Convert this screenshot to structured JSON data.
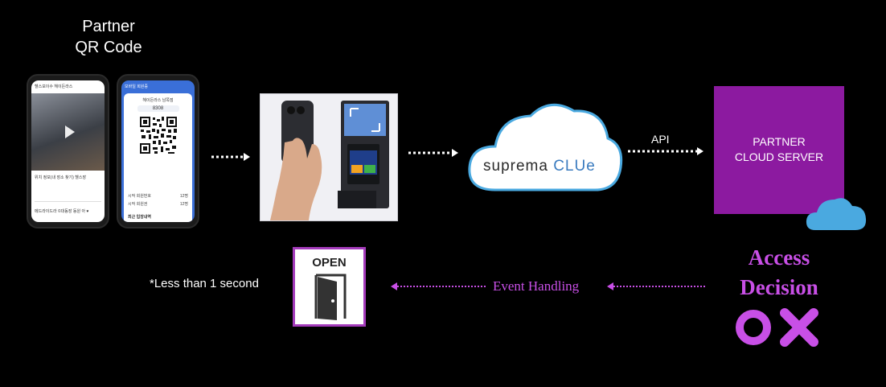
{
  "title": "Partner\nQR Code",
  "title_line1": "Partner",
  "title_line2": "QR Code",
  "phone_left": {
    "header": "헬스보이수 헤이든라스",
    "caption": "위치 정보(내 장소 찾기) 헬스장",
    "footer": "메드라이드라 ©대동장 동원 아 ♥"
  },
  "phone_right": {
    "header": "모바일 회원증",
    "gym": "헤이든라스 남쪽점",
    "code": "8308",
    "row1_label": "시작 회원번호",
    "row1_value": "12명",
    "row2_label": "시작 회원권",
    "row2_value": "12명",
    "bottom": "최근 입장내역"
  },
  "cloud_logo": {
    "brand": "suprema",
    "product": "CLUe"
  },
  "api_label": "API",
  "server": {
    "line1": "PARTNER",
    "line2": "CLOUD SERVER"
  },
  "open_label": "OPEN",
  "less_than": "*Less than 1 second",
  "event_handling": "Event Handling",
  "access_decision": {
    "line1": "Access",
    "line2": "Decision"
  },
  "colors": {
    "accent_purple": "#c84fe6",
    "server_purple": "#8c1aa0",
    "arrow_white": "#ffffff",
    "cloud_blue": "#4aa9e0"
  },
  "icons": [
    "door-open-icon",
    "cloud-icon",
    "circle-o-icon",
    "x-icon",
    "qr-code-icon"
  ]
}
